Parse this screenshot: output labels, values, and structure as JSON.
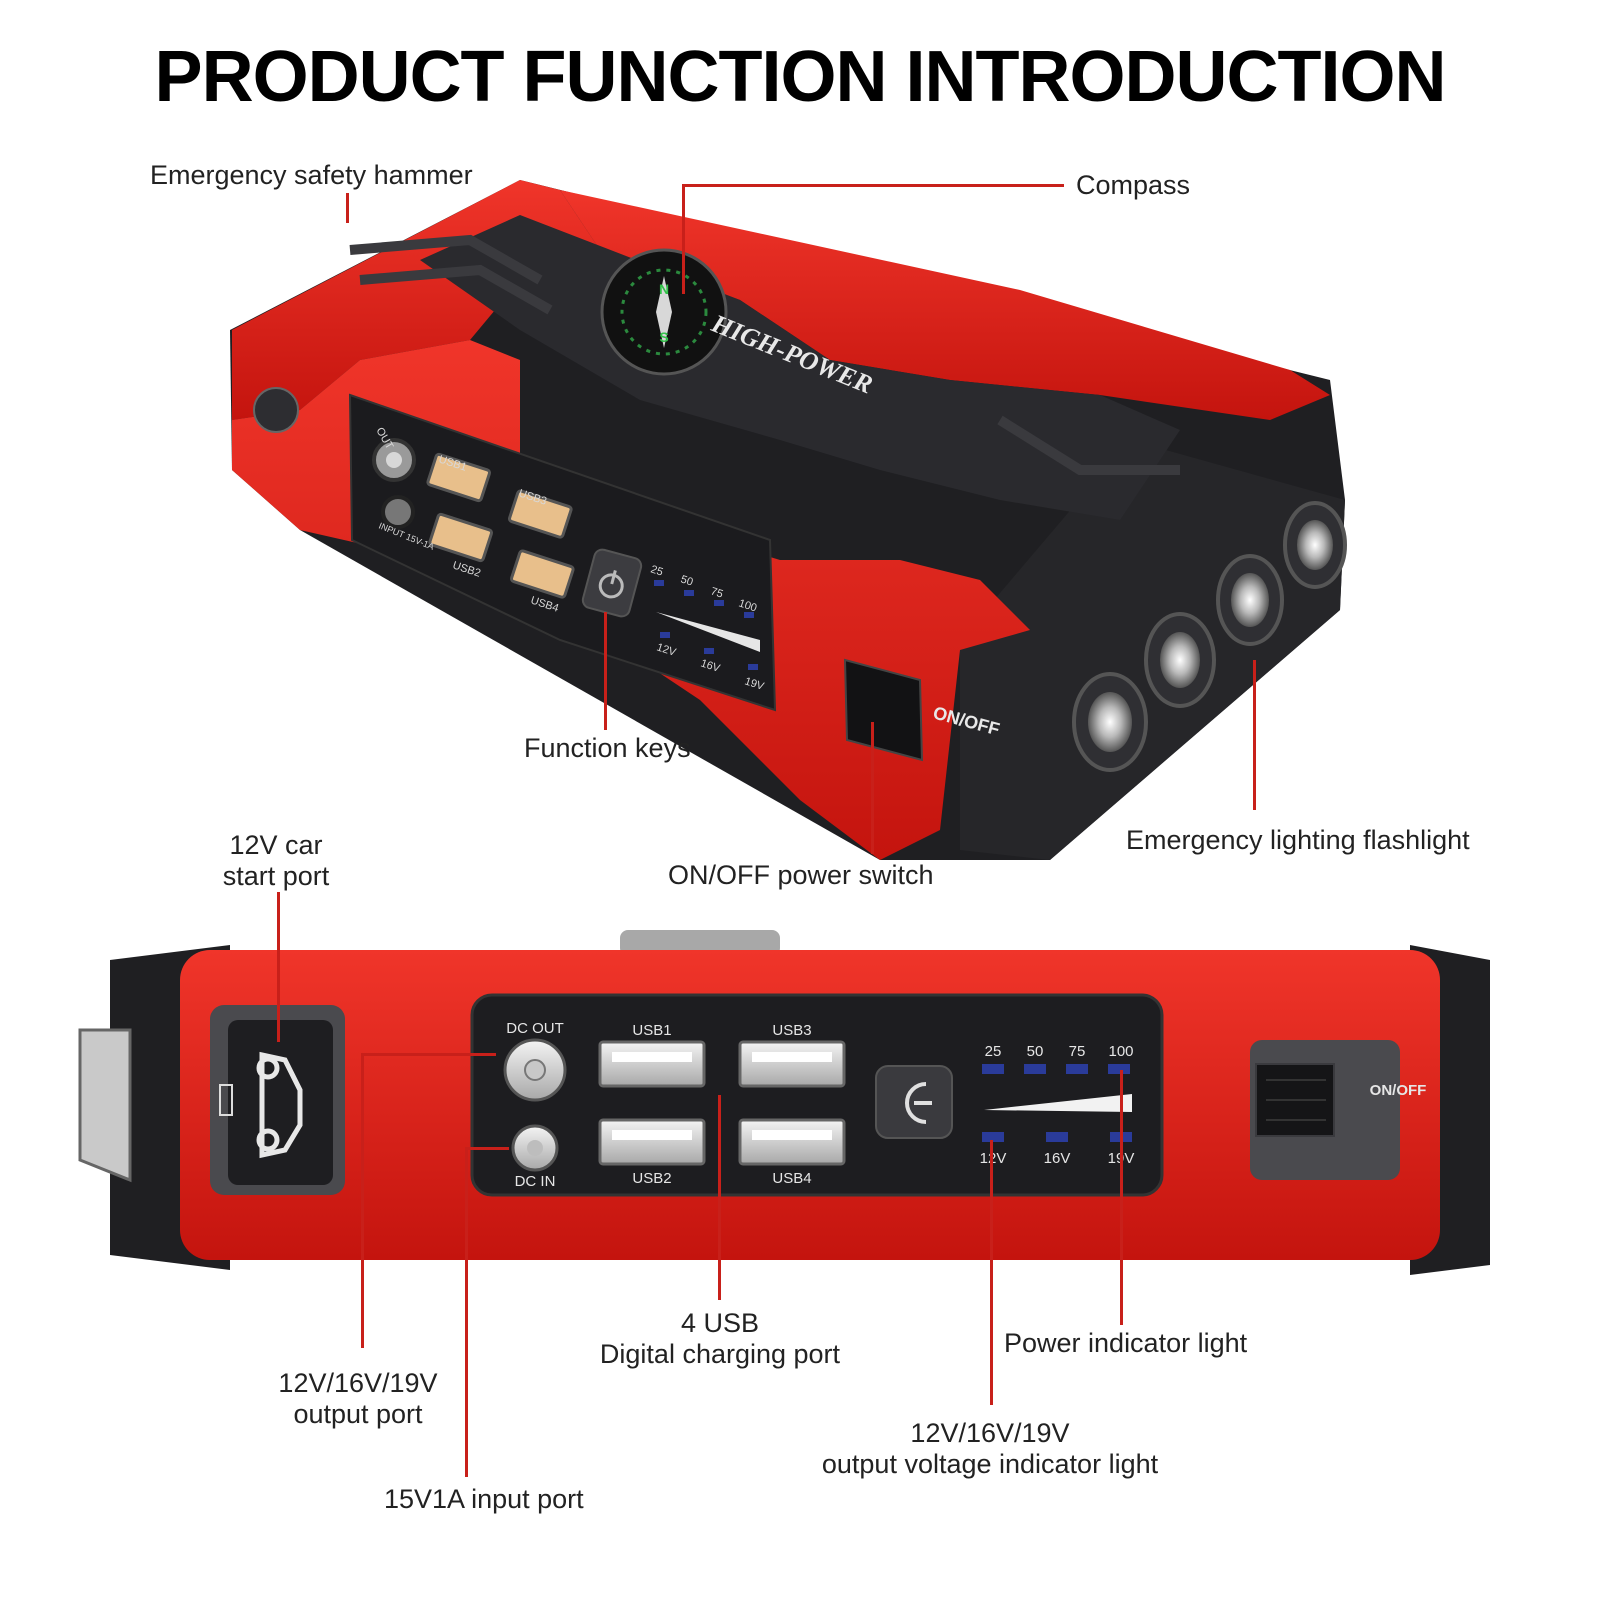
{
  "title": "PRODUCT FUNCTION INTRODUCTION",
  "callouts": {
    "hammer": "Emergency safety hammer",
    "compass": "Compass",
    "function_keys": "Function keys",
    "onoff_switch": "ON/OFF power switch",
    "flashlight": "Emergency lighting flashlight",
    "car_start_l1": "12V car",
    "car_start_l2": "start port",
    "output_l1": "12V/16V/19V",
    "output_l2": "output port",
    "input_port": "15V1A input port",
    "usb_l1": "4 USB",
    "usb_l2": "Digital charging port",
    "power_indicator": "Power indicator light",
    "voltage_l1": "12V/16V/19V",
    "voltage_l2": "output voltage indicator light"
  },
  "device_top": {
    "brand": "HIGH-POWER",
    "out": "OUT",
    "input": "INPUT 15V-1A",
    "usb1": "USB1",
    "usb2": "USB2",
    "usb3": "USB3",
    "usb4": "USB4",
    "levels": [
      "25",
      "50",
      "75",
      "100"
    ],
    "volts": [
      "12V",
      "16V",
      "19V"
    ],
    "onoff": "ON/OFF",
    "compass_n": "N",
    "compass_s": "S"
  },
  "device_bottom": {
    "dc_out": "DC OUT",
    "dc_in": "DC IN",
    "usb1": "USB1",
    "usb2": "USB2",
    "usb3": "USB3",
    "usb4": "USB4",
    "levels": [
      "25",
      "50",
      "75",
      "100"
    ],
    "volts": [
      "12V",
      "16V",
      "19V"
    ],
    "onoff": "ON/OFF"
  },
  "colors": {
    "accent_red": "#e0231b",
    "leader_red": "#c8201a",
    "body_black": "#1f1f22",
    "panel": "#2a2a2e"
  },
  "icons": [
    "power-icon",
    "car-icon",
    "compass-icon",
    "flashlight-icon"
  ]
}
